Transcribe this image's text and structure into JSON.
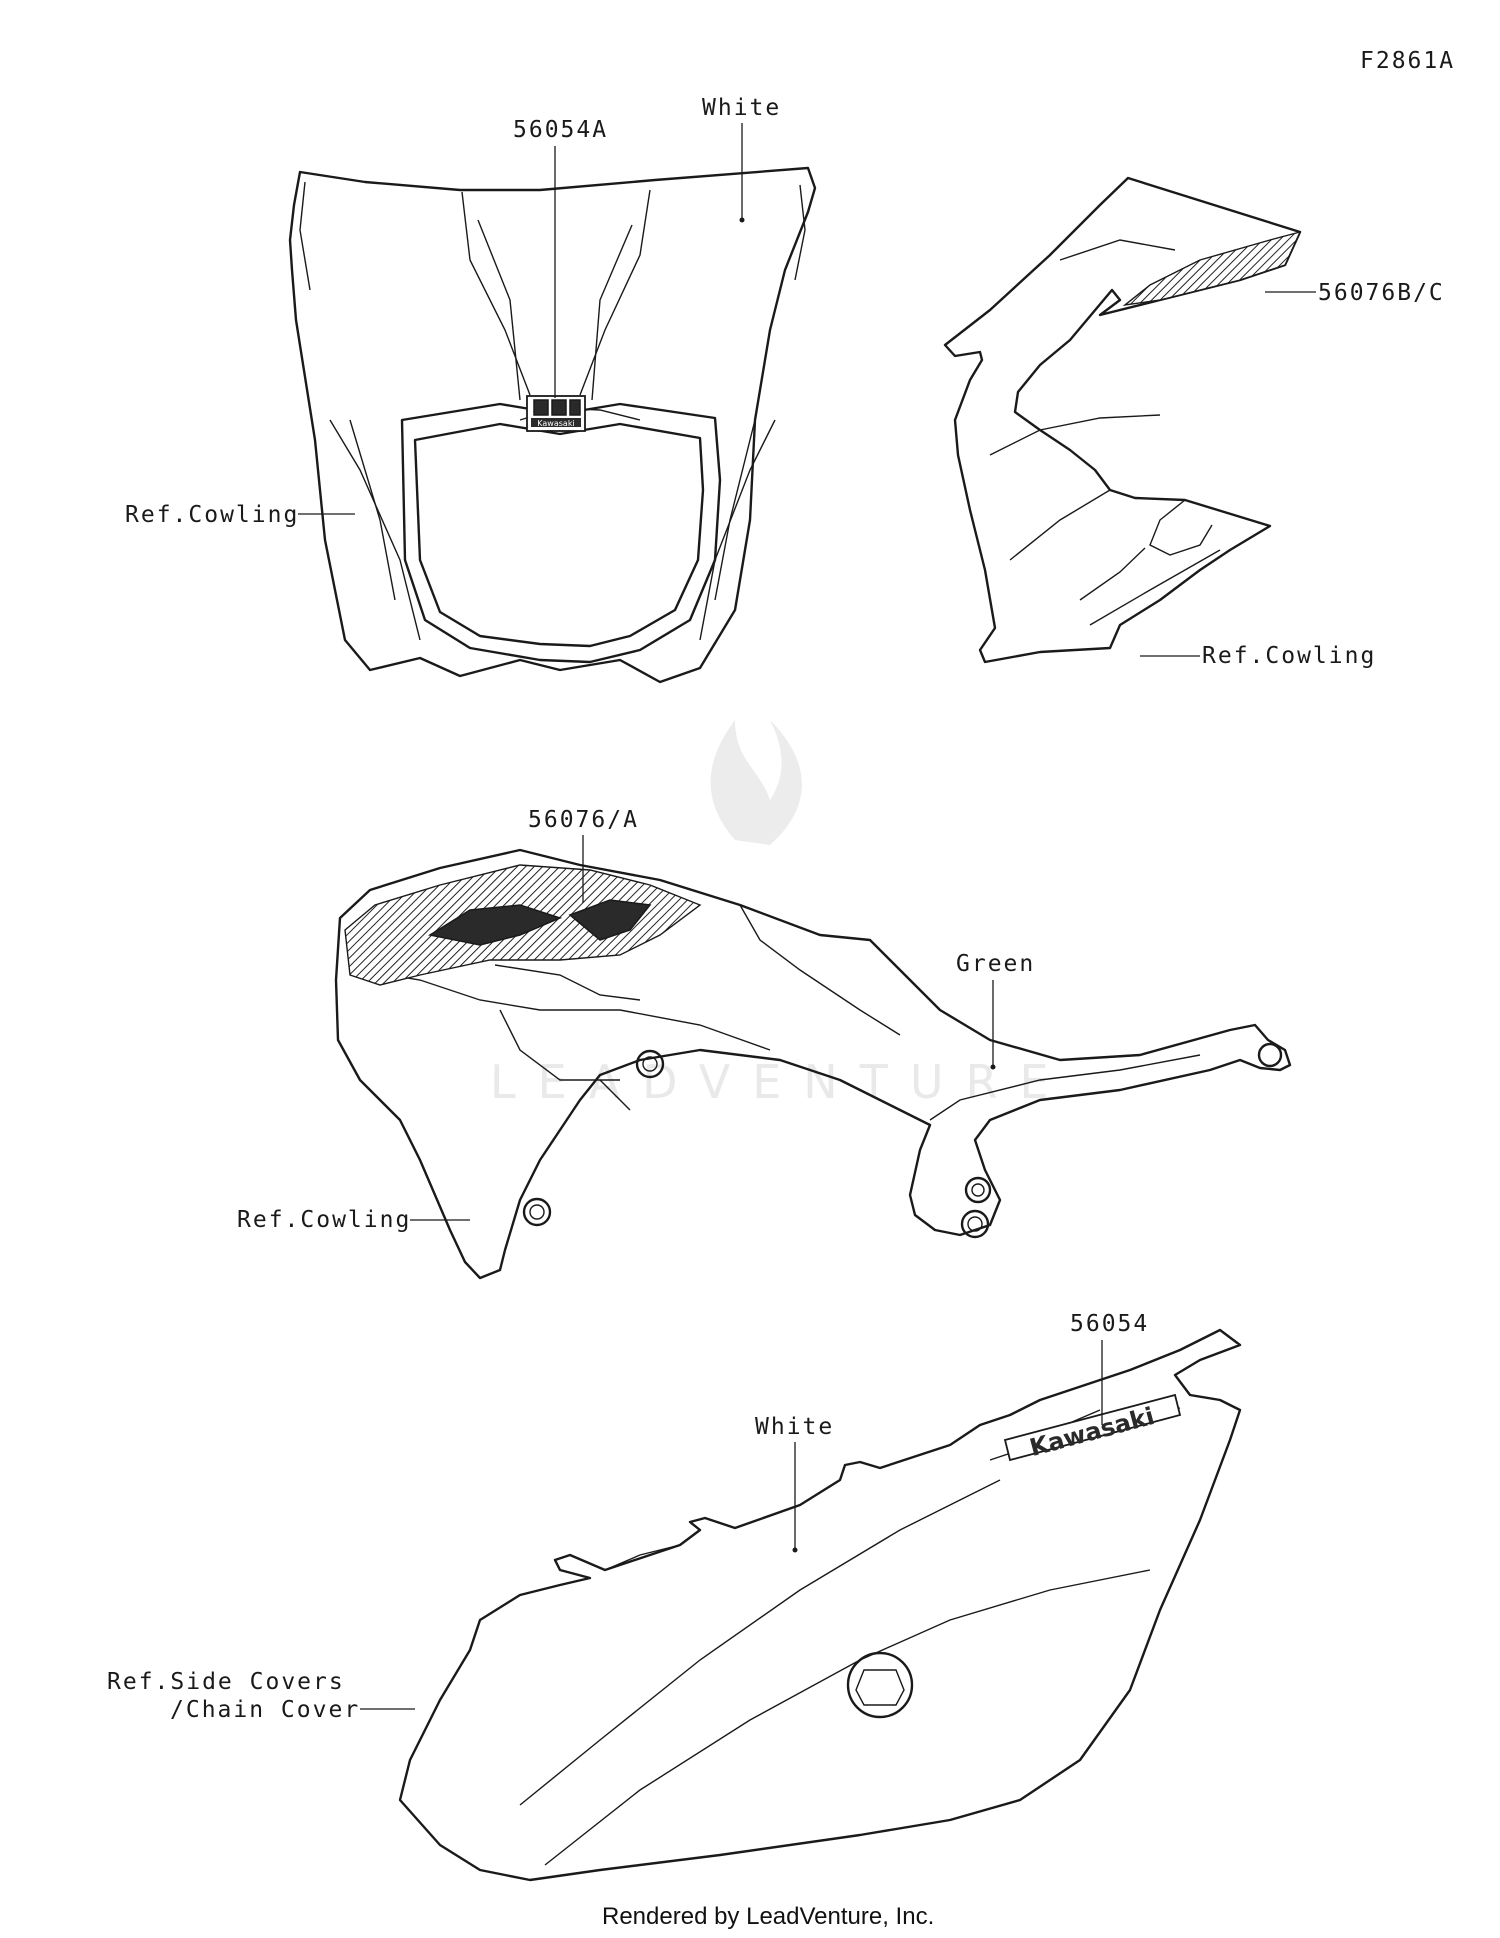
{
  "diagram_id": "F2861A",
  "labels": {
    "front_part_no": "56054A",
    "front_color": "White",
    "front_ref": "Ref.Cowling",
    "shroud_part_no": "56076B/C",
    "shroud_ref": "Ref.Cowling",
    "tank_part_no": "56076/A",
    "tank_color": "Green",
    "tank_ref": "Ref.Cowling",
    "side_part_no": "56054",
    "side_color": "White",
    "side_ref_line1": "Ref.Side Covers",
    "side_ref_line2": "/Chain Cover"
  },
  "decals": {
    "front_logo_text": "Kawasaki",
    "side_logo_text": "Kawasaki"
  },
  "watermark": "LEADVENTURE",
  "footer": "Rendered by LeadVenture, Inc."
}
